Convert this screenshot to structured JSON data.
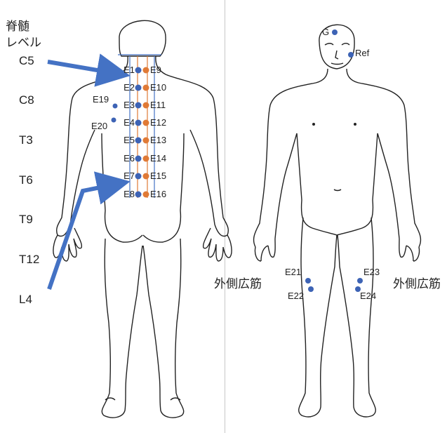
{
  "title_lines": [
    "脊髄",
    "レベル"
  ],
  "spinal_levels": [
    "C5",
    "C8",
    "T3",
    "T6",
    "T9",
    "T12",
    "L4"
  ],
  "electrodes_back": {
    "left_column": [
      "E1",
      "E2",
      "E3",
      "E4",
      "E5",
      "E6",
      "E7",
      "E8"
    ],
    "right_column": [
      "E9",
      "E10",
      "E11",
      "E12",
      "E13",
      "E14",
      "E15",
      "E16"
    ],
    "lateral": [
      "E19",
      "E20"
    ]
  },
  "electrodes_front": {
    "head": [
      "G",
      "Ref"
    ],
    "left_thigh": [
      "E21",
      "E22"
    ],
    "right_thigh": [
      "E23",
      "E24"
    ]
  },
  "muscle_label": "外側広筋",
  "colors": {
    "blue_electrode": "#3d63b5",
    "orange_electrode": "#e07a36",
    "arrow": "#4472c4",
    "outline": "#222222",
    "spine_line": "#e07a36"
  }
}
